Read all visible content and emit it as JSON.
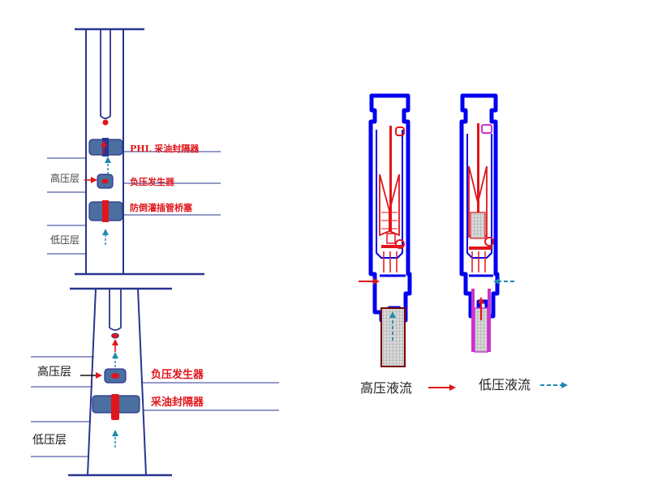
{
  "diagram_top": {
    "label_packer": "PHL 采油封隔器",
    "label_generator": "负压发生器",
    "label_plug": "防倒灌插管桥塞",
    "label_high": "高压层",
    "label_low": "低压层"
  },
  "diagram_bottom": {
    "label_generator": "负压发生器",
    "label_packer": "采油封隔器",
    "label_high": "高压层",
    "label_low": "低压层"
  },
  "legend": {
    "high_pressure_flow": "高压液流",
    "low_pressure_flow": "低压液流"
  },
  "colors": {
    "steel": "#29358f",
    "tool_blue": "#0000ee",
    "packer_fill": "#4a6fa0",
    "red": "#e0151b",
    "teal": "#1f8ab0",
    "magenta": "#cc33cc"
  }
}
